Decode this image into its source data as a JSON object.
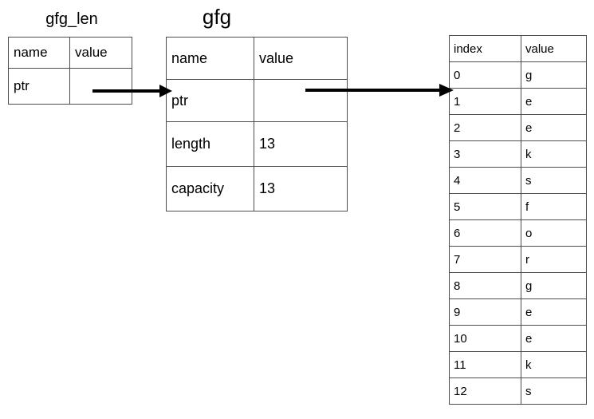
{
  "diagram": {
    "title_left": "gfg_len",
    "title_middle": "gfg",
    "background_color": "#ffffff",
    "line_color": "#000000",
    "border_color": "#4d4d4d"
  },
  "table_gfg_len": {
    "name": "gfg_len",
    "headers": {
      "name": "name",
      "value": "value"
    },
    "rows": [
      {
        "name": "ptr",
        "value": ""
      }
    ]
  },
  "table_gfg": {
    "name": "gfg",
    "headers": {
      "name": "name",
      "value": "value"
    },
    "rows": [
      {
        "name": "ptr",
        "value": ""
      },
      {
        "name": "length",
        "value": "13"
      },
      {
        "name": "capacity",
        "value": "13"
      }
    ]
  },
  "table_buffer": {
    "headers": {
      "index": "index",
      "value": "value"
    },
    "rows": [
      {
        "index": "0",
        "value": "g"
      },
      {
        "index": "1",
        "value": "e"
      },
      {
        "index": "2",
        "value": "e"
      },
      {
        "index": "3",
        "value": "k"
      },
      {
        "index": "4",
        "value": "s"
      },
      {
        "index": "5",
        "value": "f"
      },
      {
        "index": "6",
        "value": "o"
      },
      {
        "index": "7",
        "value": "r"
      },
      {
        "index": "8",
        "value": "g"
      },
      {
        "index": "9",
        "value": "e"
      },
      {
        "index": "10",
        "value": "e"
      },
      {
        "index": "11",
        "value": "k"
      },
      {
        "index": "12",
        "value": "s"
      }
    ]
  },
  "arrows": [
    {
      "name": "ptr-to-gfg",
      "from": "gfg_len.ptr.value",
      "to": "gfg.ptr"
    },
    {
      "name": "gfg-to-buffer",
      "from": "gfg.ptr.value",
      "to": "buffer.index.1"
    }
  ]
}
